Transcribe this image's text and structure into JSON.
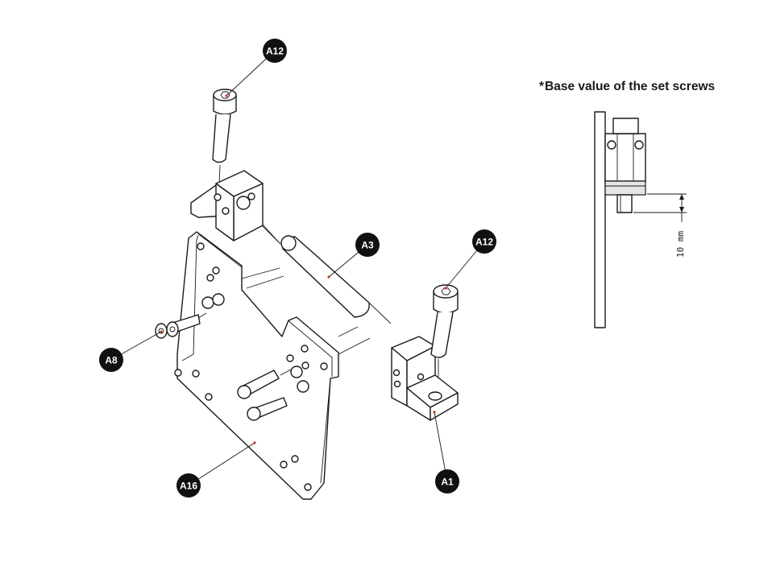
{
  "title": {
    "star": "*",
    "text": "Base value of the set screws"
  },
  "dimension": {
    "label": "10 mm"
  },
  "callouts": [
    {
      "id": "A12",
      "label": "A12"
    },
    {
      "id": "A3",
      "label": "A3"
    },
    {
      "id": "A12b",
      "label": "A12"
    },
    {
      "id": "A8",
      "label": "A8"
    },
    {
      "id": "A1",
      "label": "A1"
    },
    {
      "id": "A16",
      "label": "A16"
    }
  ],
  "colors": {
    "line": "#1a1a1a",
    "callout_fill": "#111111",
    "callout_text": "#ffffff",
    "leader_dot": "#c0392b"
  }
}
